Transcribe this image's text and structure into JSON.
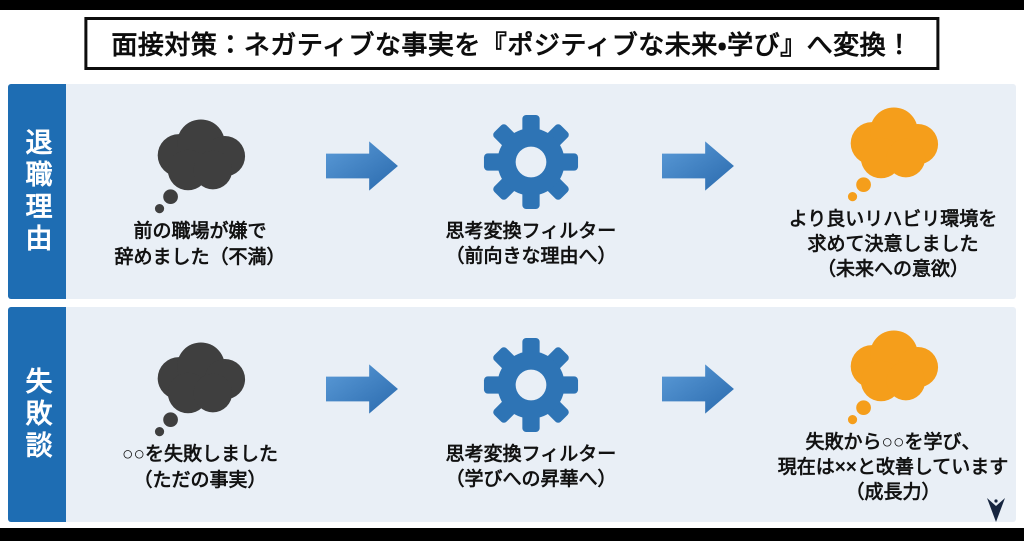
{
  "title": "面接対策：ネガティブな事実を『ポジティブな未来・学び』へ変換！",
  "colors": {
    "label_bar": "#1e6db3",
    "arrow": "#2e75b6",
    "gear": "#2e74b5",
    "negative_cloud": "#3f3f3f",
    "positive_cloud": "#f59e1b",
    "panel_background": "#e9eff6"
  },
  "icons": {
    "negative_step": "thought-cloud-icon",
    "filter_step": "gear-icon",
    "positive_step": "thought-cloud-icon",
    "flow": "arrow-right-icon",
    "corner": "brand-logo-icon"
  },
  "rows": [
    {
      "label": "退職理由",
      "negative": [
        "前の職場が嫌で",
        "辞めました（不満）"
      ],
      "filter": [
        "思考変換フィルター",
        "（前向きな理由へ）"
      ],
      "positive": [
        "より良いリハビリ環境を",
        "求めて決意しました",
        "（未来への意欲）"
      ]
    },
    {
      "label": "失敗談",
      "negative": [
        "○○を失敗しました",
        "（ただの事実）"
      ],
      "filter": [
        "思考変換フィルター",
        "（学びへの昇華へ）"
      ],
      "positive": [
        "失敗から○○を学び、",
        "現在は××と改善しています",
        "（成長力）"
      ]
    }
  ]
}
